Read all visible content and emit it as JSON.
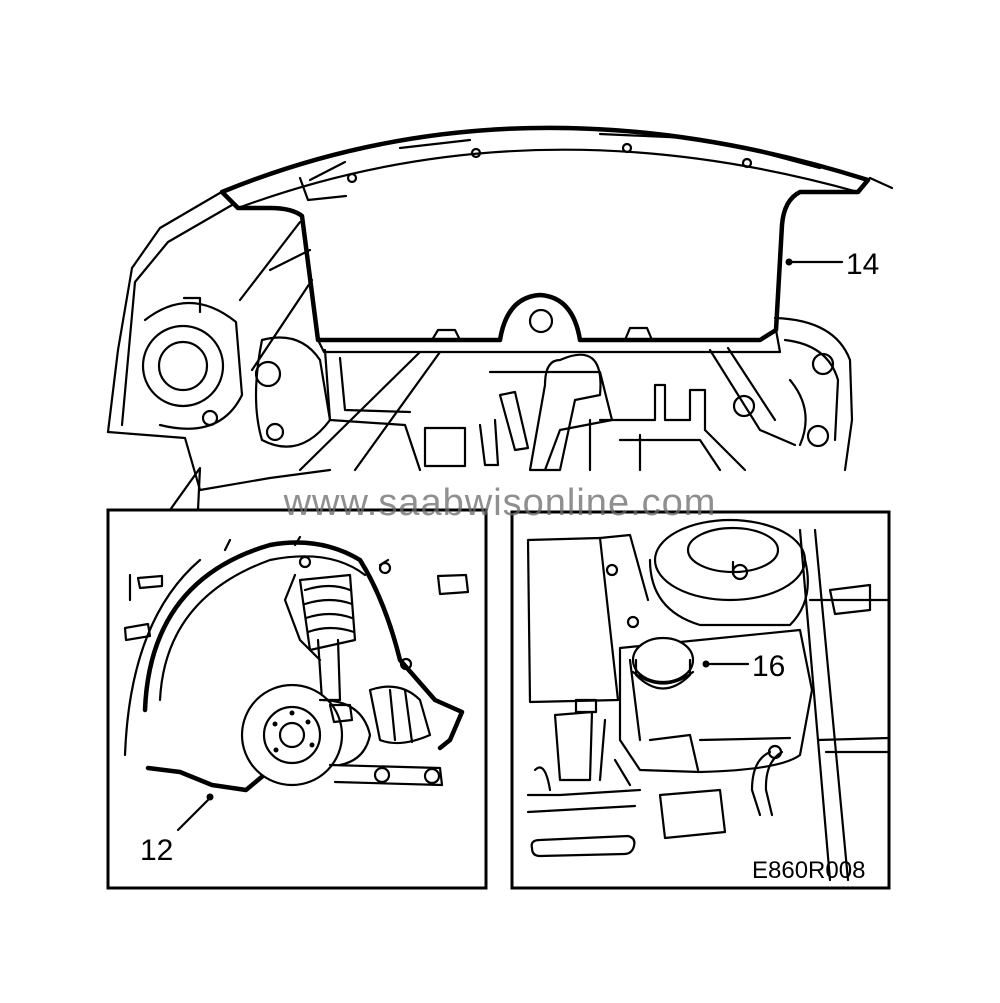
{
  "watermark": "www.saabwisonline.com",
  "figure_code": "E860R008",
  "callouts": {
    "upper_cover": "14",
    "wheel_housing_liner": "12",
    "reservoir_cap": "16"
  },
  "colors": {
    "line": "#000000",
    "background": "#ffffff",
    "watermark": "#6a6a6a"
  }
}
